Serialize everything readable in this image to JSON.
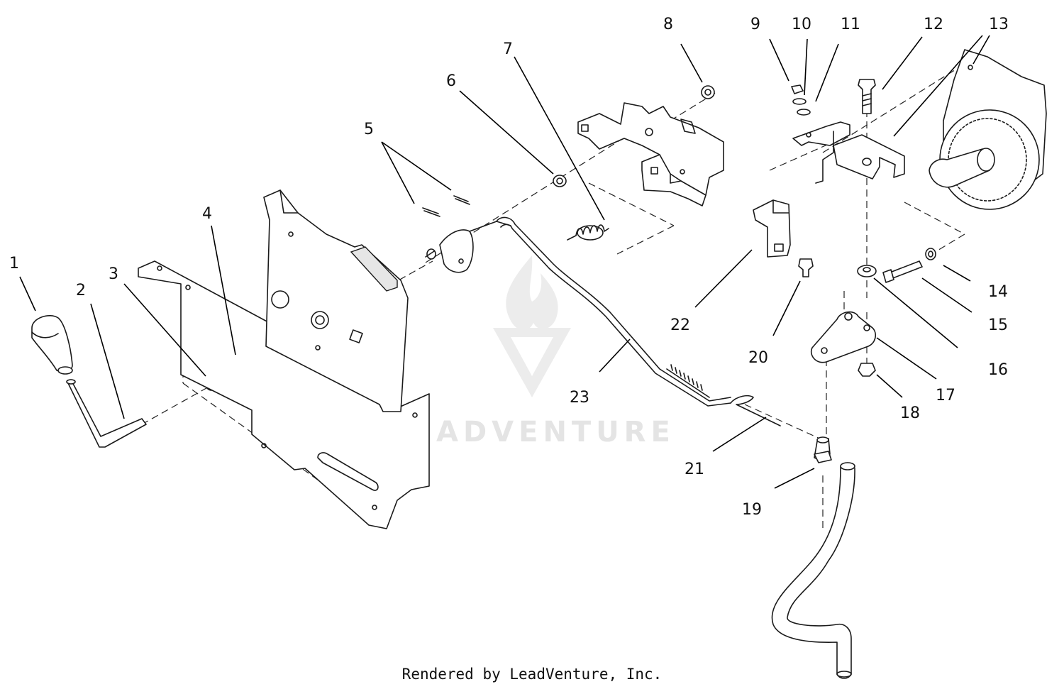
{
  "footer": {
    "text": "Rendered by LeadVenture, Inc."
  },
  "watermark": {
    "text": "LEADVENTURE",
    "color": "#e4e4e4"
  },
  "callouts": [
    {
      "id": "1",
      "label": "1"
    },
    {
      "id": "2",
      "label": "2"
    },
    {
      "id": "3",
      "label": "3"
    },
    {
      "id": "4",
      "label": "4"
    },
    {
      "id": "5",
      "label": "5"
    },
    {
      "id": "6",
      "label": "6"
    },
    {
      "id": "7",
      "label": "7"
    },
    {
      "id": "8",
      "label": "8"
    },
    {
      "id": "9",
      "label": "9"
    },
    {
      "id": "10",
      "label": "10"
    },
    {
      "id": "11",
      "label": "11"
    },
    {
      "id": "12",
      "label": "12"
    },
    {
      "id": "13",
      "label": "13"
    },
    {
      "id": "14",
      "label": "14"
    },
    {
      "id": "15",
      "label": "15"
    },
    {
      "id": "16",
      "label": "16"
    },
    {
      "id": "17",
      "label": "17"
    },
    {
      "id": "18",
      "label": "18"
    },
    {
      "id": "19",
      "label": "19"
    },
    {
      "id": "20",
      "label": "20"
    },
    {
      "id": "21",
      "label": "21"
    },
    {
      "id": "22",
      "label": "22"
    },
    {
      "id": "23",
      "label": "23"
    }
  ]
}
